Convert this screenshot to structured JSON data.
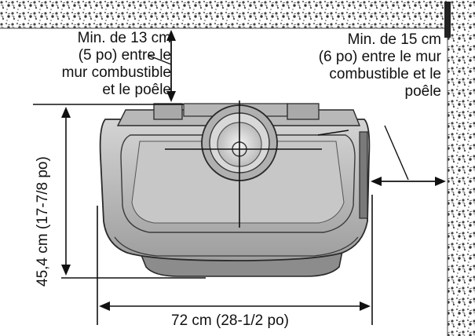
{
  "labels": {
    "clearance_top": "Min. de 13 cm\n(5 po) entre le\nmur combustible\net le poêle",
    "clearance_side": "Min. de 15 cm\n(6 po) entre le mur\ncombustible et le\npoêle",
    "width": "72 cm (28-1/2 po)",
    "depth": "45,4 cm (17-7/8 po)"
  },
  "colors": {
    "wall_dark": "#333333",
    "stove_fill": "#c9c9c9",
    "stove_stroke": "#2a2a2a"
  }
}
